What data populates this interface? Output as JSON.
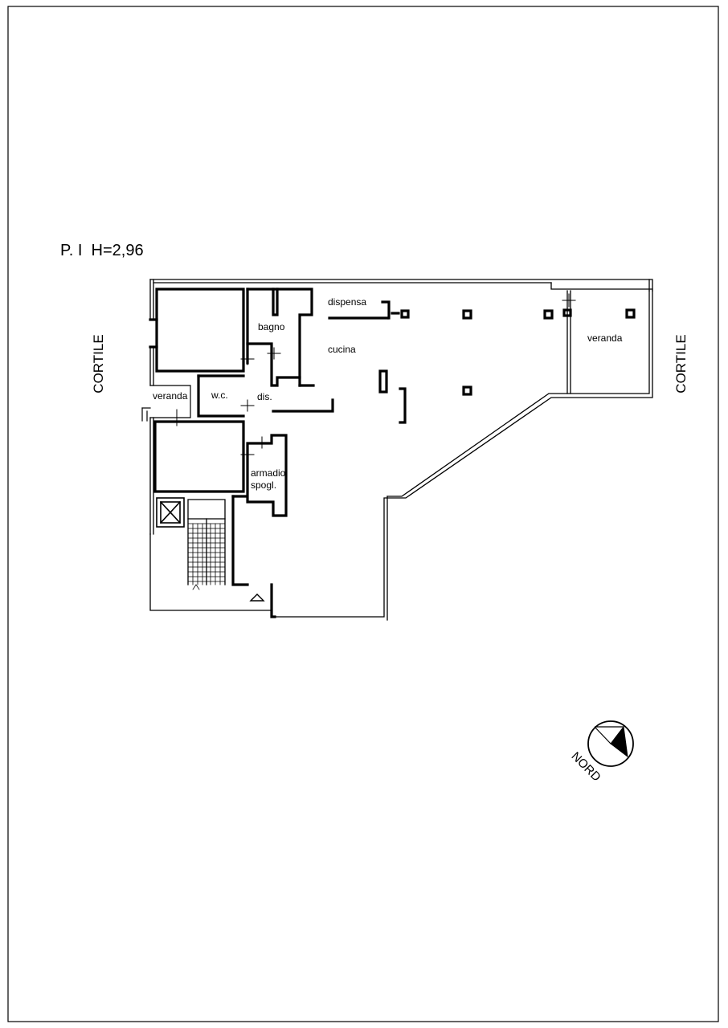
{
  "plan": {
    "title": "P. I  H=2,96",
    "labels": {
      "courtyard_left": "CORTILE",
      "courtyard_right": "CORTILE",
      "pantry": "dispensa",
      "bathroom": "bagno",
      "kitchen": "cucina",
      "veranda_right": "veranda",
      "veranda_left": "veranda",
      "wc": "w.c.",
      "hallway": "dis.",
      "wardrobe_line1": "armadio",
      "wardrobe_line2": "spogl."
    },
    "north": {
      "label": "NORD"
    }
  },
  "colors": {
    "ink": "#000000",
    "paper": "#ffffff"
  }
}
